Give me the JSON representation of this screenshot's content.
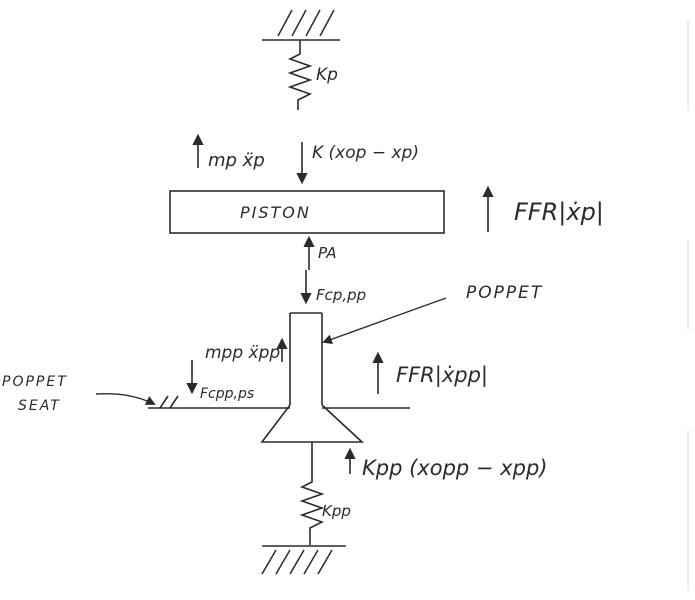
{
  "diagram": {
    "ink_color": "#2b2b2b",
    "paper_color": "#ffffff",
    "labels": {
      "spring_top": "Kp",
      "piston_inertia": "mp ẍp",
      "spring_force_top": "K (xop − xp)",
      "piston": "PISTON",
      "piston_friction": "FFR|ẋp|",
      "pressure_force": "PA",
      "contact_force_pp": "Fcp,pp",
      "poppet": "POPPET",
      "poppet_inertia": "mpp ẍpp",
      "contact_force_ps": "Fcpp,ps",
      "poppet_seat": "POPPET\nSEAT",
      "poppet_friction": "FFR|ẋpp|",
      "spring_force_bottom": "Kpp (xopp − xpp)",
      "spring_bottom": "Kpp"
    }
  }
}
